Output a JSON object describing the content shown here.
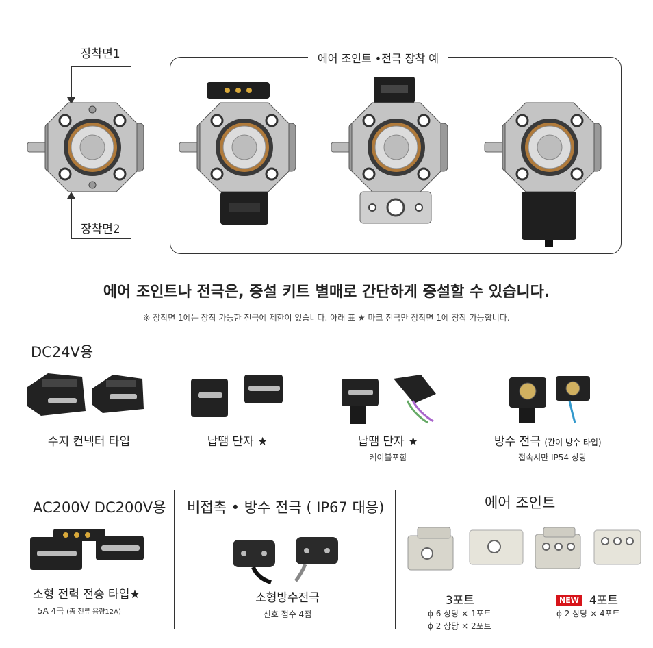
{
  "top": {
    "face1_label": "장착면1",
    "face2_label": "장착면2",
    "frame_title": "에어 조인트 •전극 장착 예"
  },
  "headline": "에어 조인트나 전극은, 증설 키트 별매로 간단하게 증설할 수 있습니다.",
  "note": "※  장착면 1에는 장착 가능한 전극에 제한이 있습니다. 아래 표 ★ 마크 전극만 장착면 1에 장착 가능합니다.",
  "dc_section": {
    "title": "DC24V용",
    "items": [
      {
        "label": "수지 컨넥터 타입",
        "sub": ""
      },
      {
        "label": "납땜 단자 ★",
        "sub": ""
      },
      {
        "label": "납땜 단자 ★",
        "sub": "케이블포함"
      },
      {
        "label": "방수 전극",
        "label_small": "(간이 방수 타입)",
        "sub": "접속시만 IP54 상당"
      }
    ]
  },
  "ac_section": {
    "title": "AC200V DC200V용",
    "label": "소형 전력 전송 타입★",
    "sub_main": "5A  4극",
    "sub_small": "(총 전류 용량12A)"
  },
  "noncontact_section": {
    "title": "비접촉 •  방수 전극 ( IP67 대응)",
    "label": "소형방수전극",
    "sub": "신호 점수 4점"
  },
  "air_section": {
    "title": "에어 조인트",
    "port3_label": "3포트",
    "port3_spec1": "ϕ 6 상당 × 1포트",
    "port3_spec2": "ϕ 2 상당 × 2포트",
    "new_badge": "NEW",
    "port4_label": "4포트",
    "port4_spec": "ϕ 2 상당 × 4포트"
  },
  "icons": [
    "rotary-joint-icon",
    "connector-icon",
    "air-joint-icon"
  ],
  "colors": {
    "accent_red": "#d7141a",
    "line": "#333333",
    "metal": "#b9b9b9",
    "dark": "#1e1e1e"
  }
}
